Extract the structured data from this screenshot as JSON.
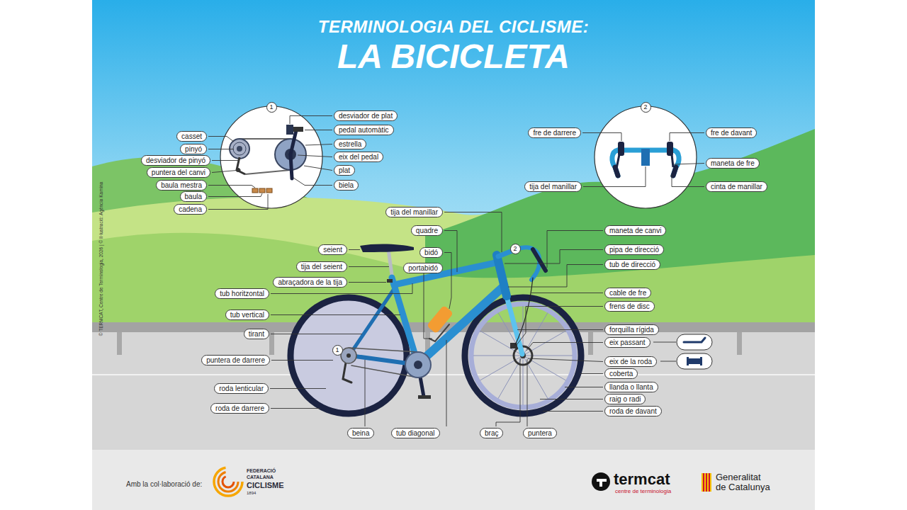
{
  "diagram": {
    "title": "TERMINOLOGIA DEL CICLISME:",
    "nodes": [
      {
        "text": [
          "1"
        ]
      },
      {
        "text": [
          "casset"
        ]
      },
      {
        "text": [
          "pinyó"
        ]
      },
      {
        "text": [
          "desviador de pinyó"
        ]
      },
      {
        "text": [
          "puntera del canvi"
        ]
      },
      {
        "text": [
          "baula mestra"
        ]
      },
      {
        "text": [
          "baula"
        ]
      },
      {
        "text": [
          "cadena"
        ]
      },
      {
        "text": [
          "desviador de plat"
        ]
      },
      {
        "text": [
          "pedal automàtic"
        ]
      },
      {
        "text": [
          "estrella"
        ]
      },
      {
        "text": [
          "eix del pedal"
        ]
      },
      {
        "text": [
          "plat"
        ]
      },
      {
        "text": [
          "biela"
        ]
      },
      {
        "text": [
          "2"
        ]
      },
      {
        "text": [
          "fre de darrere"
        ]
      },
      {
        "text": [
          "tija del manillar"
        ]
      },
      {
        "text": [
          "fre de davant"
        ]
      },
      {
        "text": [
          "maneta de fre"
        ]
      },
      {
        "text": [
          "cinta de manillar"
        ]
      },
      {
        "text": [
          "tija del manillar"
        ]
      },
      {
        "text": [
          "quadre"
        ]
      },
      {
        "text": [
          "seient"
        ]
      },
      {
        "text": [
          "bidó"
        ]
      },
      {
        "text": [
          "tija del seient"
        ]
      },
      {
        "text": [
          "portabidó"
        ]
      },
      {
        "text": [
          "abraçadora de la tija"
        ]
      },
      {
        "text": [
          "tub horitzontal"
        ]
      },
      {
        "text": [
          "tub vertical"
        ]
      },
      {
        "text": [
          "tirant"
        ]
      },
      {
        "text": [
          "puntera de darrere"
        ]
      },
      {
        "text": [
          "roda lenticular"
        ]
      },
      {
        "text": [
          "roda de darrere"
        ]
      },
      {
        "text": [
          "beina"
        ]
      },
      {
        "text": [
          "tub diagonal"
        ]
      },
      {
        "text": [
          "braç"
        ]
      },
      {
        "text": [
          "puntera"
        ]
      },
      {
        "text": [
          "maneta de canvi"
        ]
      },
      {
        "text": [
          "pipa de direcció"
        ]
      },
      {
        "text": [
          "2"
        ]
      },
      {
        "text": [
          "tub de direcció"
        ]
      },
      {
        "text": [
          "cable de fre"
        ]
      },
      {
        "text": [
          "frens de disc"
        ]
      },
      {
        "text": [
          "forquilla rígida"
        ]
      },
      {
        "text": [
          "eix passant"
        ]
      },
      {
        "text": [
          "1"
        ]
      },
      {
        "text": [
          "eix de la roda"
        ]
      },
      {
        "text": [
          "coberta"
        ]
      },
      {
        "text": [
          "llanda o llanta"
        ]
      },
      {
        "text": [
          "raig o radi"
        ]
      },
      {
        "text": [
          "roda de davant"
        ]
      }
    ],
    "labels": [
      "LA BICICLETA",
      "© TERMCAT, Centre de Terminologia, 2026 | © Il·lustració: Agència Kamina",
      "Amb la col·laboració de:",
      "FEDERACIÓ",
      "CATALANA",
      "CICLISME",
      "1894",
      "termcat",
      "centre de terminologia",
      "Generalitat de Catalunya"
    ]
  }
}
